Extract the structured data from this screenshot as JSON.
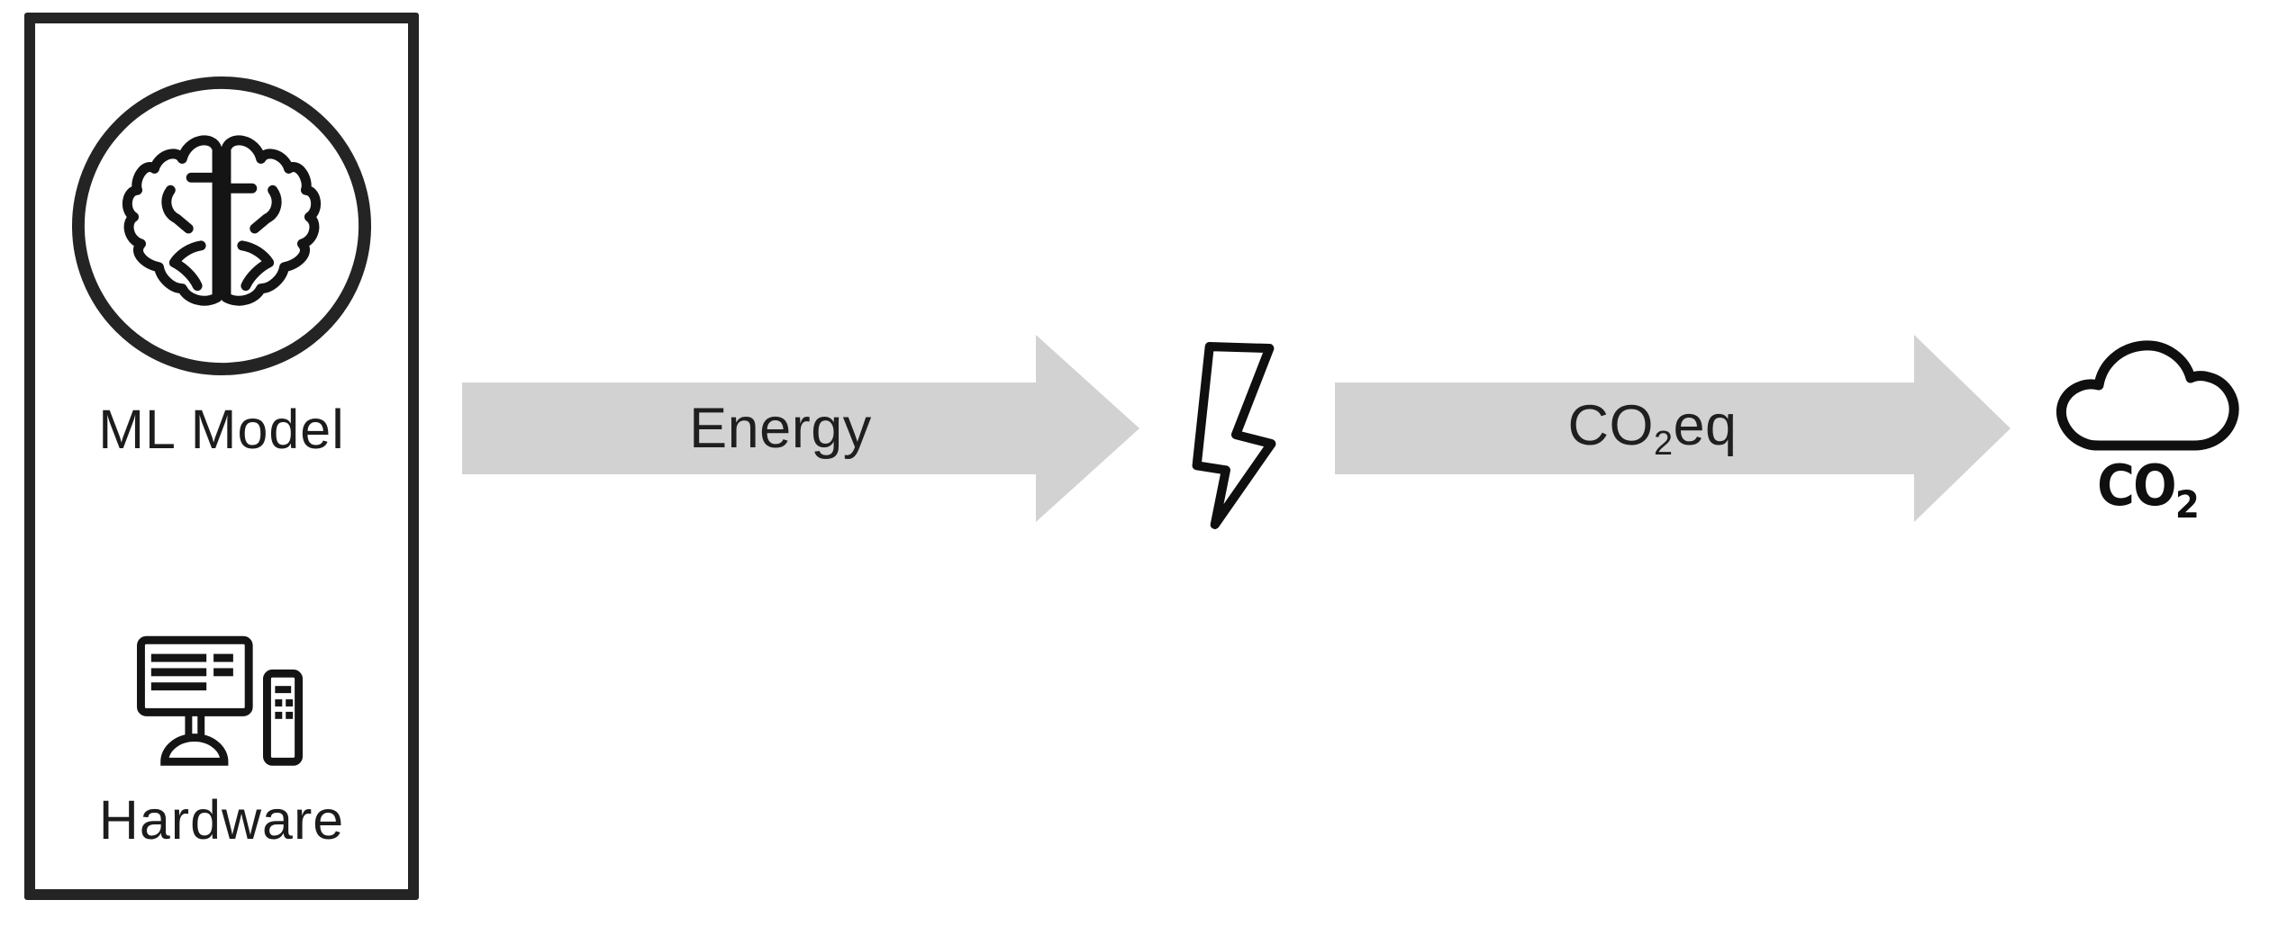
{
  "inputs_box": {
    "ml_model": {
      "label": "ML Model",
      "icon": "brain-icon"
    },
    "hardware": {
      "label": "Hardware",
      "icon": "computer-hardware-icon"
    }
  },
  "flow": {
    "energy_arrow": {
      "label": "Energy",
      "direction": "right"
    },
    "electricity": {
      "icon": "lightning-bolt-icon"
    },
    "co2eq_arrow": {
      "label_main": "CO",
      "label_sub": "2",
      "label_suffix": "eq",
      "direction": "right"
    },
    "emissions": {
      "icon": "co2-cloud-icon",
      "label_main": "CO",
      "label_sub": "2"
    }
  },
  "colors": {
    "background": "#ffffff",
    "arrow_fill": "#d2d2d2",
    "box_border": "#242424",
    "icon_ink": "#141414",
    "label_text": "#1f1f1f"
  }
}
